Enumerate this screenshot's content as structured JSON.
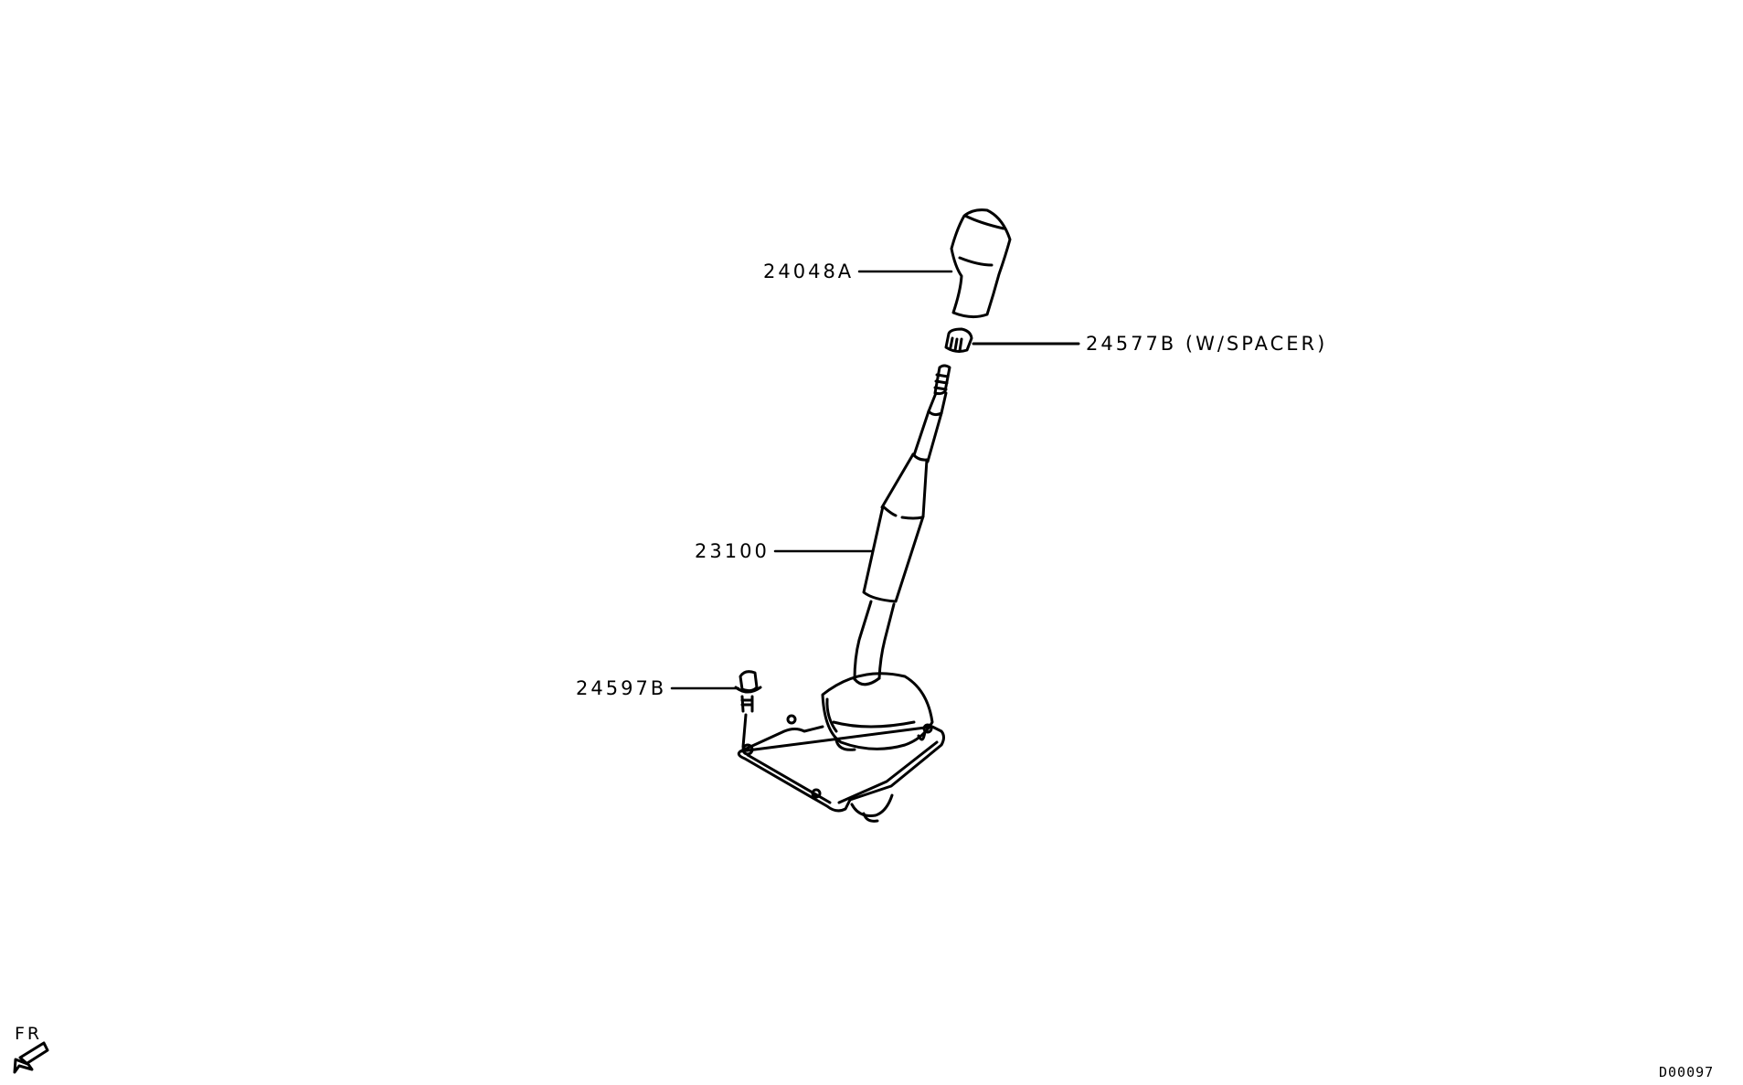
{
  "diagram": {
    "type": "exploded parts diagram",
    "subject": "manual transmission shift lever assembly",
    "parts": [
      {
        "id": "knob",
        "label": "24048A"
      },
      {
        "id": "nut",
        "label": "24577B (W/SPACER)"
      },
      {
        "id": "lever",
        "label": "23100"
      },
      {
        "id": "bolt",
        "label": "24597B"
      }
    ],
    "direction_indicator": {
      "label": "FR",
      "icon": "arrow-down-left-icon"
    },
    "drawing_code": "D00097"
  }
}
